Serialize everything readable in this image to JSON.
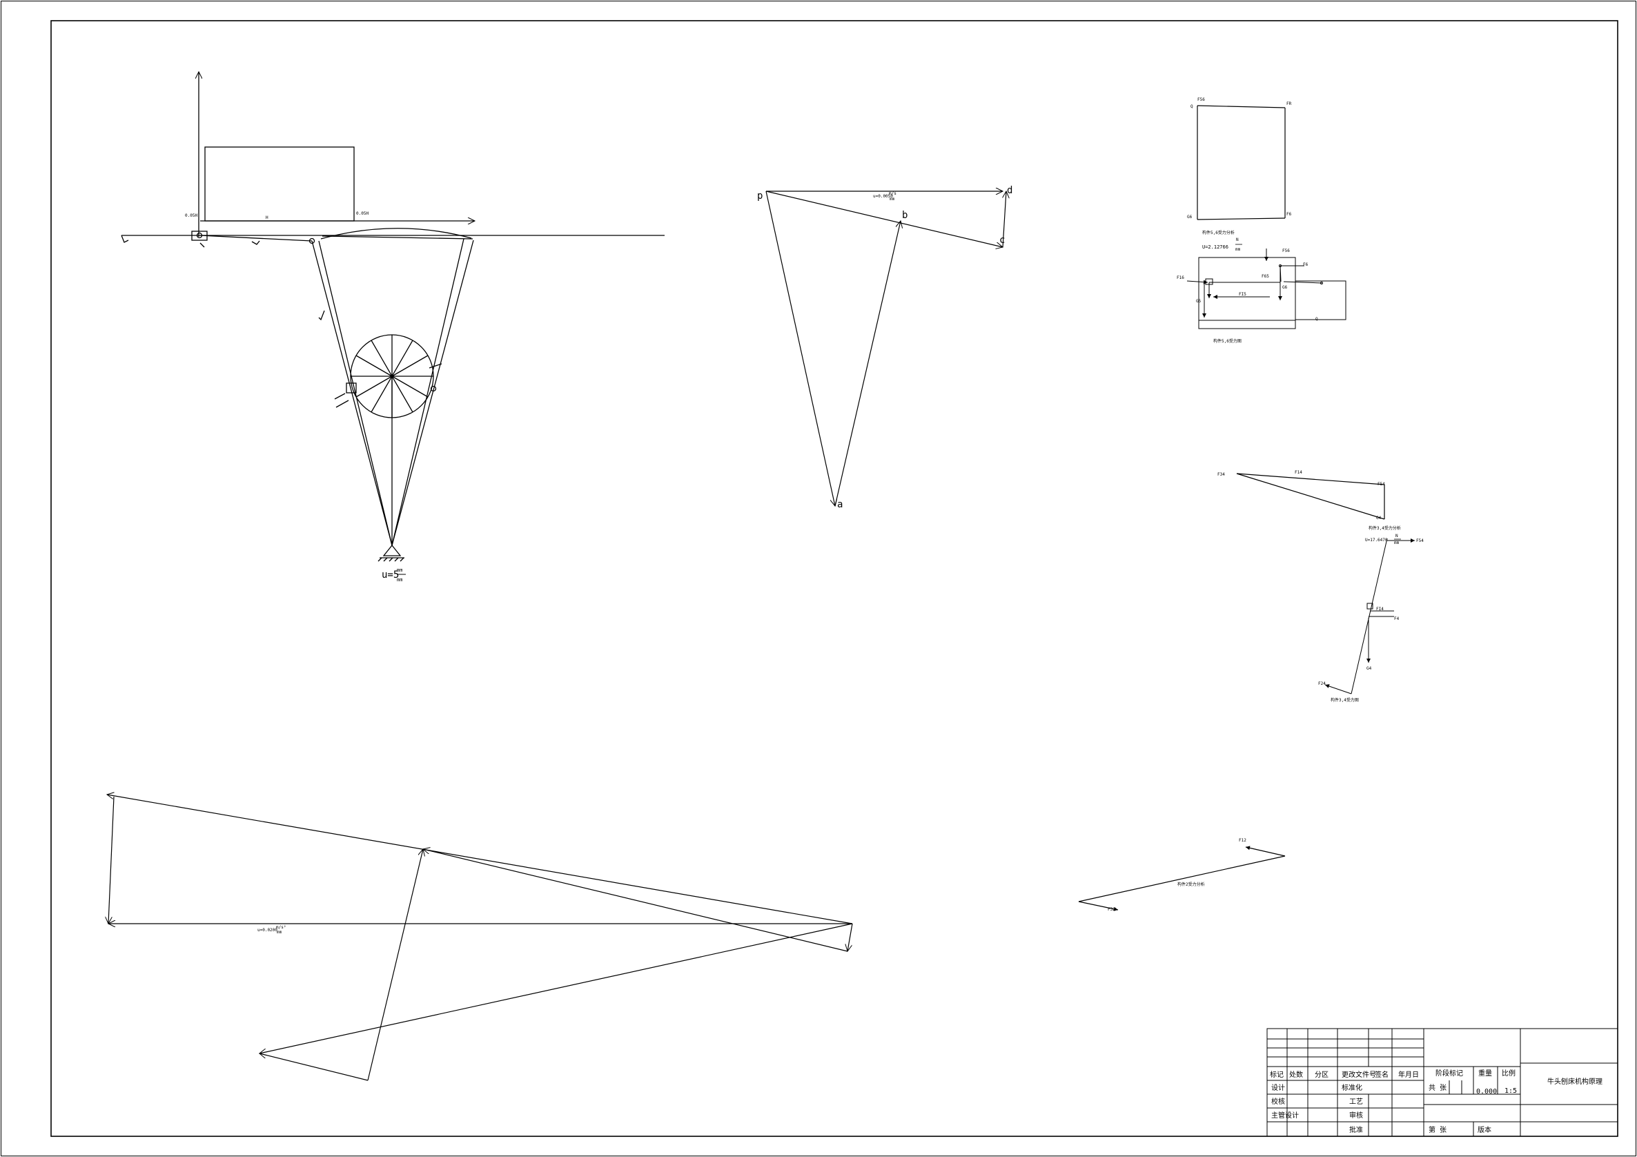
{
  "drawing": {
    "title": "牛头刨床机构原理",
    "scale_label": "1:5"
  },
  "mechanism": {
    "scale_label": "u=5",
    "scale_unit_num": "mm",
    "scale_unit_den": "mm",
    "label_left": "0.05H",
    "label_right": "0.05H",
    "label_stroke": "H"
  },
  "velocity": {
    "points": {
      "p": "p",
      "a": "a",
      "b": "b",
      "c": "c",
      "d": "d"
    },
    "scale": "u=0.0050",
    "scale_unit": "m/s",
    "scale_den": "mm"
  },
  "acceleration": {
    "scale": "u=0.0200",
    "scale_unit": "m/s²",
    "scale_den": "mm"
  },
  "force_top": {
    "caption1": "构件5,6受力分析",
    "scale": "U=2.12766",
    "unit_num": "N",
    "unit_den": "mm",
    "caption2": "构件5,6受力图",
    "labels": {
      "q": "Q",
      "f56": "F56",
      "f6": "F6",
      "g6": "G6",
      "f16": "F16",
      "fr": "FR",
      "f65": "F65",
      "g5": "G5",
      "fi5": "FI5",
      "q2": "Q"
    }
  },
  "force_mid": {
    "labels": {
      "f34": "F34",
      "f14": "F14",
      "f54": "F54",
      "g4": "G4",
      "f4": "F4",
      "fi4": "FI4",
      "f24": "F24"
    },
    "caption1": "构件3,4受力分析",
    "scale": "U=17.6470",
    "unit_num": "N",
    "unit_den": "mm",
    "caption2": "构件3,4受力图"
  },
  "force_low": {
    "labels": {
      "f12": "F12",
      "f32": "F32"
    },
    "caption": "构件2受力分析"
  },
  "title_block": {
    "h_mark": "标记",
    "h_count": "处数",
    "h_zone": "分区",
    "h_doc": "更改文件号",
    "h_sign": "签名",
    "h_date": "年月日",
    "r_design": "设计",
    "r_std": "标准化",
    "r_check": "校核",
    "r_craft": "工艺",
    "r_chief": "主管设计",
    "r_review": "审核",
    "r_approve": "批准",
    "h_stage": "阶段标记",
    "h_weight": "重量",
    "h_ratio": "比例",
    "stage_val": "共 张",
    "weight_val": "0.000",
    "ratio_val": "1:5",
    "sheet_info": "第 张",
    "version": "版本"
  }
}
